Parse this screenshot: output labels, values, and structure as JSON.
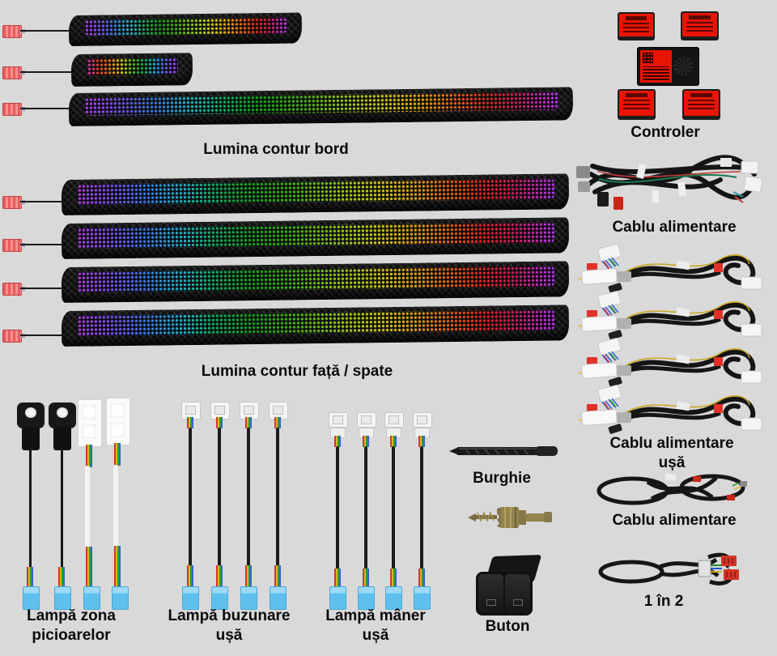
{
  "page": {
    "background": "#d9d9d9",
    "label_color": "#0b0b0b"
  },
  "sections": {
    "bord_strips": {
      "label": "Lumina contur bord",
      "count": 3
    },
    "fata_spate_strips": {
      "label": "Lumina contur față / spate",
      "count": 4
    },
    "controller": {
      "label": "Controler",
      "remote_count": 4
    },
    "power_harness": {
      "label": "Cablu alimentare"
    },
    "door_power_cables": {
      "label_line1": "Cablu alimentare",
      "label_line2": "ușă",
      "count": 4
    },
    "power_coil_cable": {
      "label": "Cablu alimentare"
    },
    "one_in_two_cable": {
      "label": "1 în 2"
    },
    "foot_lamps": {
      "label_line1": "Lampă zona",
      "label_line2": "picioarelor",
      "count": 4
    },
    "pocket_lamps": {
      "label_line1": "Lampă buzunare",
      "label_line2": "ușă",
      "count": 4
    },
    "handle_lamps": {
      "label_line1": "Lampă mâner",
      "label_line2": "ușă",
      "count": 4
    },
    "drill": {
      "label": "Burghie"
    },
    "button": {
      "label": "Buton"
    }
  },
  "colors": {
    "connector_red": "#ef6d6d",
    "connector_blue": "#63c4ef",
    "controller_red": "#e91504",
    "strip_body": "#0e0e0e",
    "rainbow": [
      "#b43cf0",
      "#3c78e6",
      "#22b4c8",
      "#18a01e",
      "#96c814",
      "#e6c814",
      "#e6820a",
      "#dc281e",
      "#c81e64",
      "#b43cf0"
    ]
  }
}
